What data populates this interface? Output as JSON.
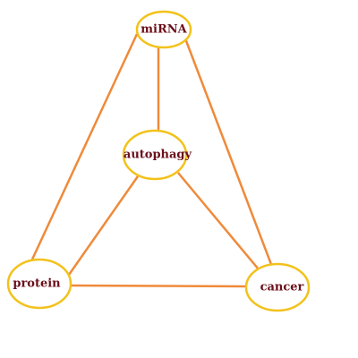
{
  "colors": {
    "edge": "#ef8a3a",
    "node_border": "#f2c21b",
    "label": "#6b0f1a",
    "background": "#ffffff"
  },
  "nodes": [
    {
      "id": "mirna",
      "label": "miRNA"
    },
    {
      "id": "autophagy",
      "label": "autophagy"
    },
    {
      "id": "protein",
      "label": "protein"
    },
    {
      "id": "cancer",
      "label": "cancer"
    }
  ],
  "edges": [
    {
      "from": "mirna",
      "to": "autophagy"
    },
    {
      "from": "mirna",
      "to": "protein"
    },
    {
      "from": "mirna",
      "to": "cancer"
    },
    {
      "from": "autophagy",
      "to": "protein"
    },
    {
      "from": "autophagy",
      "to": "cancer"
    },
    {
      "from": "protein",
      "to": "cancer"
    }
  ]
}
